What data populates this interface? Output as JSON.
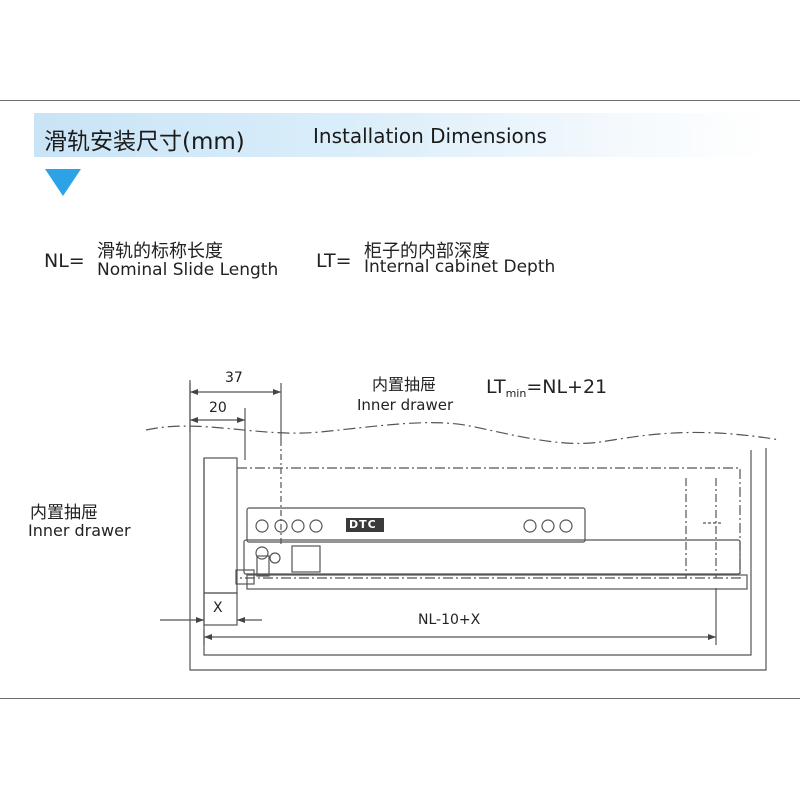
{
  "header": {
    "title_cn": "滑轨安装尺寸(mm)",
    "title_en": "Installation Dimensions"
  },
  "legend": {
    "nl_symbol": "NL=",
    "nl_cn": "滑轨的标称长度",
    "nl_en": "Nominal Slide Length",
    "lt_symbol": "LT=",
    "lt_cn": "柜子的内部深度",
    "lt_en": "Internal cabinet Depth"
  },
  "diagram": {
    "dim_37": "37",
    "dim_20": "20",
    "dim_x": "X",
    "dim_total": "NL-10+X",
    "top_drawer_cn": "内置抽屉",
    "top_drawer_en": "Inner drawer",
    "side_drawer_cn": "内置抽屉",
    "side_drawer_en": "Inner drawer",
    "formula_lt": "LT",
    "formula_sub": "min",
    "formula_rest": "=NL+21",
    "brand": "DTC"
  },
  "colors": {
    "accent_triangle": "#2ba3e6",
    "title_band": "#c9e4f6"
  }
}
